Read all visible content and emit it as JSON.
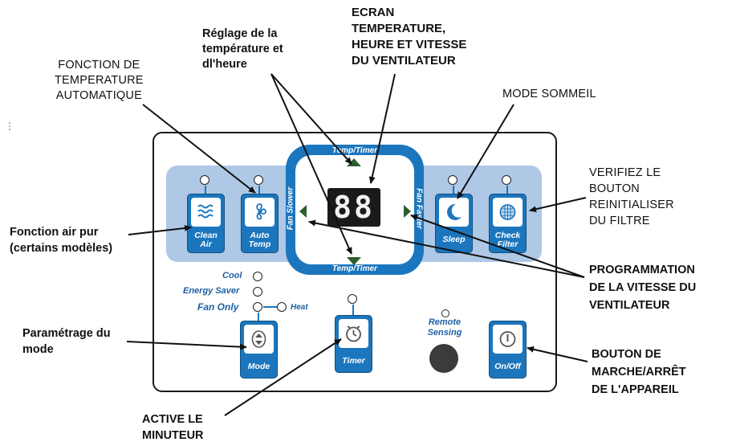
{
  "annotations": {
    "ecran": [
      "ECRAN",
      "TEMPERATURE,",
      "HEURE ET VITESSE",
      "DU VENTILATEUR"
    ],
    "reglage": [
      "Réglage de la",
      "température et",
      "dl'heure"
    ],
    "fonction_auto": [
      "FONCTION DE",
      "TEMPERATURE",
      "AUTOMATIQUE"
    ],
    "mode_sommeil": "MODE SOMMEIL",
    "verifiez": [
      "VERIFIEZ LE",
      "BOUTON",
      "REINITIALISER",
      "DU FILTRE"
    ],
    "fonction_air": [
      "Fonction air pur",
      "(certains modèles)"
    ],
    "programmation": [
      "PROGRAMMATION",
      "DE LA VITESSE DU",
      "VENTILATEUR"
    ],
    "parametrage": [
      "Paramétrage du",
      "mode"
    ],
    "active": [
      "ACTIVE LE",
      "MINUTEUR"
    ],
    "bouton_marche": [
      "BOUTON DE",
      "MARCHE/ARRÊT",
      "DE L'APPAREIL"
    ]
  },
  "panel": {
    "display_digits": "88",
    "temp_timer_top": "Temp/Timer",
    "temp_timer_bottom": "Temp/Timer",
    "fan_slower": "Fan Slower",
    "fan_faster": "Fan Faster",
    "buttons": {
      "clean_air": [
        "Clean",
        "Air"
      ],
      "auto_temp": [
        "Auto",
        "Temp"
      ],
      "sleep": "Sleep",
      "check_filter": [
        "Check",
        "Filter"
      ],
      "mode": "Mode",
      "timer": "Timer",
      "on_off": "On/Off"
    },
    "modes": {
      "cool": "Cool",
      "energy_saver": "Energy Saver",
      "fan_only": "Fan Only",
      "heat": "Heat"
    },
    "remote_sensing": [
      "Remote",
      "Sensing"
    ]
  },
  "colors": {
    "button_blue": "#1c76bd",
    "strip_blue": "#aec8e6",
    "arrow_green": "#2e5d2e"
  }
}
